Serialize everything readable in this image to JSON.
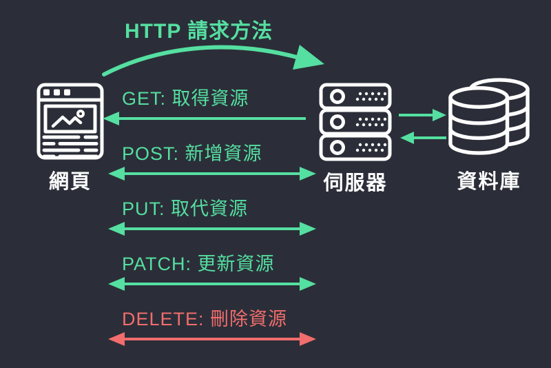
{
  "title": "HTTP 請求方法",
  "nodes": {
    "browser": {
      "label": "網頁",
      "icon": "browser-window-icon"
    },
    "server": {
      "label": "伺服器",
      "icon": "server-rack-icon"
    },
    "database": {
      "label": "資料庫",
      "icon": "database-cylinder-icon"
    }
  },
  "methods": [
    {
      "method": "GET",
      "description": "取得資源",
      "label": "GET: 取得資源",
      "color": "#55dfa1",
      "arrow_direction": "left"
    },
    {
      "method": "POST",
      "description": "新增資源",
      "label": "POST: 新增資源",
      "color": "#55dfa1",
      "arrow_direction": "both"
    },
    {
      "method": "PUT",
      "description": "取代資源",
      "label": "PUT: 取代資源",
      "color": "#55dfa1",
      "arrow_direction": "both"
    },
    {
      "method": "PATCH",
      "description": "更新資源",
      "label": "PATCH: 更新資源",
      "color": "#55dfa1",
      "arrow_direction": "both"
    },
    {
      "method": "DELETE",
      "description": "刪除資源",
      "label": "DELETE: 刪除資源",
      "color": "#f26d6d",
      "arrow_direction": "both"
    }
  ],
  "flow_arrows": {
    "request_curve": "browser-to-server",
    "server_database": [
      "server-to-database",
      "database-to-server"
    ]
  },
  "colors": {
    "background": "#2b2e38",
    "accent_green": "#55dfa1",
    "accent_red": "#f26d6d",
    "icon_white": "#fdfdfd"
  }
}
